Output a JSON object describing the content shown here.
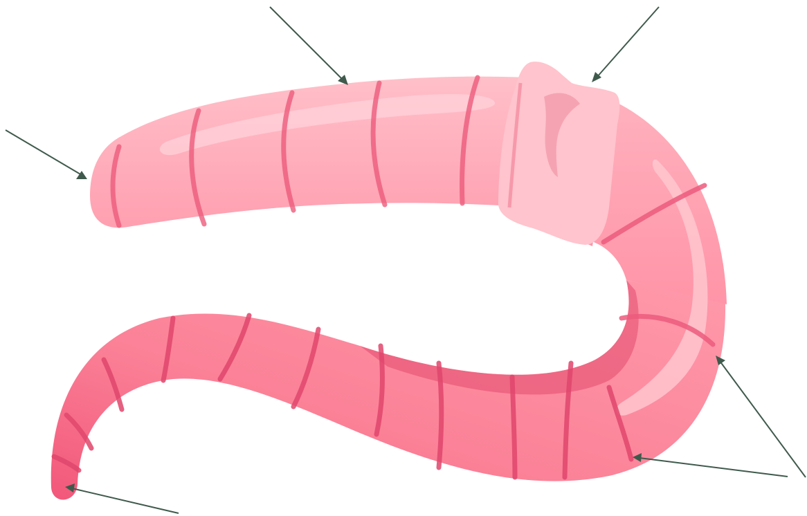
{
  "diagram": {
    "subject": "earthworm",
    "colors": {
      "background": "#ffffff",
      "arrow": "#3f5a4c",
      "body_light": "#ffb6c0",
      "body_mid": "#ff9aaa",
      "body_dark": "#f5607f",
      "segment_line": "#ec5b7c",
      "clitellum": "#ffc4cd",
      "clitellum_shadow": "#f79aab",
      "highlight": "#ffd2d9"
    },
    "label_pointers": [
      {
        "id": "head-pointer"
      },
      {
        "id": "upper-body-pointer"
      },
      {
        "id": "clitellum-pointer"
      },
      {
        "id": "side-pointer"
      },
      {
        "id": "lower-body-pointer"
      },
      {
        "id": "tail-pointer"
      }
    ],
    "labels": []
  }
}
